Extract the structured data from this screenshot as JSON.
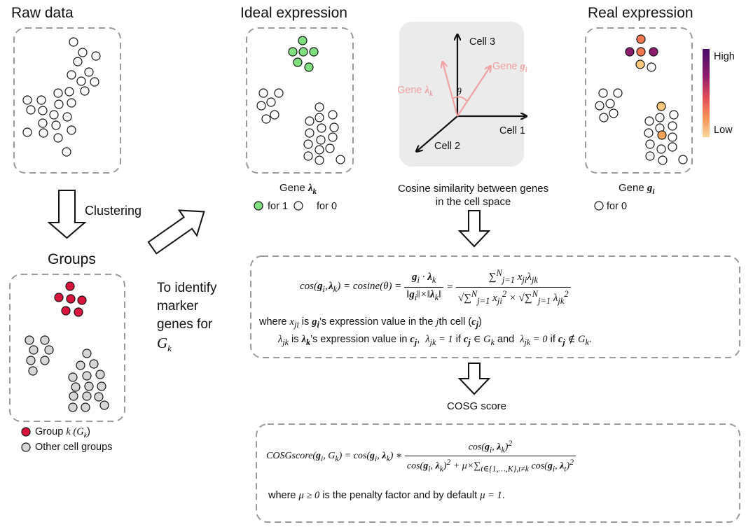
{
  "colors": {
    "box_border": "#9a9a9a",
    "cell_white": "#ffffff",
    "cell_green": "#7fe07f",
    "cell_red": "#d8143a",
    "cell_gray": "#d6d6d6",
    "vector_pink": "#f2a0a0",
    "panel_gray": "#ebebeb",
    "heat_high": "#4b0c6b",
    "heat_low": "#fcd9a0"
  },
  "icons": [
    "down-arrow-icon",
    "diagonal-arrow-icon",
    "heatmap-colorbar",
    "axis-arrow-icon"
  ],
  "raw": {
    "title": "Raw data"
  },
  "clustering": {
    "label": "Clustering"
  },
  "groups": {
    "title": "Groups",
    "legend_group_k": "Group",
    "legend_group_k_math": "k (G",
    "legend_group_k_sub": "k",
    "legend_group_k_close": ")",
    "legend_other": "Other cell groups"
  },
  "identify": {
    "line1": "To identify",
    "line2": "marker",
    "line3": "genes for",
    "gk": "G",
    "gk_sub": "k"
  },
  "ideal": {
    "title": "Ideal expression",
    "gene_label": "Gene",
    "gene_symbol": "λ",
    "gene_sub": "k",
    "legend_one": "for 1",
    "legend_zero": "for 0"
  },
  "vector_panel": {
    "axis_cell3": "Cell 3",
    "axis_cell1": "Cell 1",
    "axis_cell2": "Cell 2",
    "gene_lambda": "Gene",
    "gene_lambda_sym": "λ",
    "gene_lambda_sub": "k",
    "gene_g": "Gene",
    "gene_g_sym": "g",
    "gene_g_sub": "i",
    "theta": "θ",
    "caption_line1": "Cosine similarity between genes",
    "caption_line2": "in the cell space"
  },
  "real": {
    "title": "Real expression",
    "gene_label": "Gene",
    "gene_symbol": "g",
    "gene_sub": "i",
    "legend_zero": "for 0",
    "colorbar_high": "High",
    "colorbar_low": "Low"
  },
  "cosine_box": {
    "formula_lhs": "cos(g",
    "where1_a": "where",
    "where1_b": "is",
    "where1_c": "’s expression value in the",
    "where1_d": "th cell (",
    "where1_e": ")",
    "where2_a": "’s expression value in",
    "where2_b": "if",
    "where2_c": "and",
    "where2_d": "if"
  },
  "cosg": {
    "label": "COSG score",
    "note_a": "where",
    "note_b": "is the penalty factor and by default"
  }
}
